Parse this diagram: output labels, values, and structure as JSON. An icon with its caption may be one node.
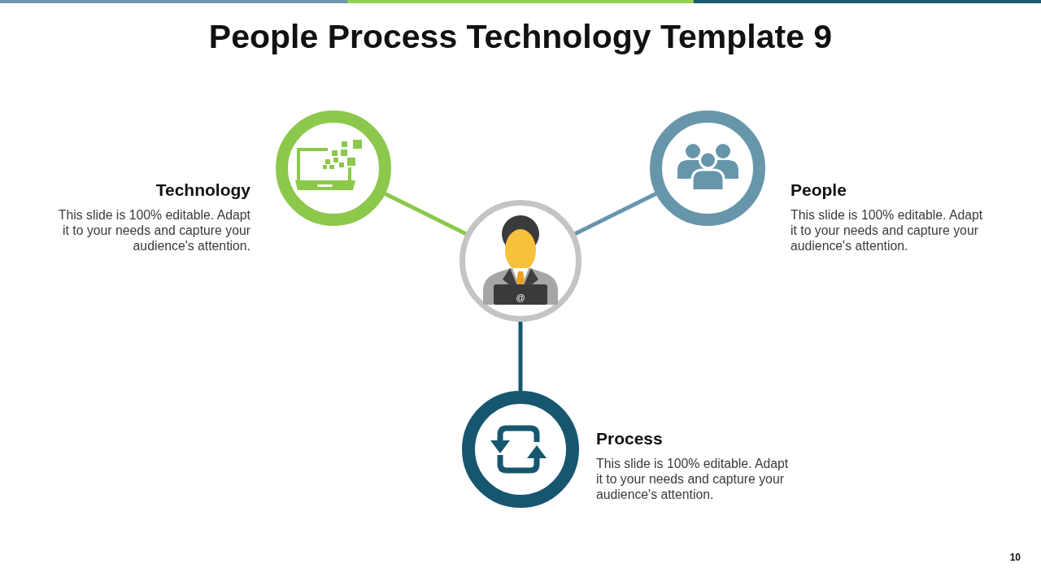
{
  "diagram": {
    "title": "People Process Technology Template 9",
    "nodes": [
      {
        "text": [],
        "shape": "circle",
        "beside": [
          "Technology",
          "This slide is 100% editable. Adapt it to your needs and capture your audience's attention."
        ]
      },
      {
        "text": [],
        "shape": "circle",
        "beside": [
          "People",
          "This slide is 100% editable. Adapt it to your needs and capture your audience's attention."
        ]
      },
      {
        "text": [
          "@"
        ]
      },
      {
        "text": [],
        "shape": "circle",
        "beside": [
          "Process",
          "This slide is 100% editable. Adapt it to your needs and capture your audience's attention."
        ]
      }
    ],
    "edges": [
      {
        "from": 2,
        "to": 0,
        "arrow": "none",
        "color": "#8cc84b"
      },
      {
        "from": 2,
        "to": 1,
        "arrow": "none",
        "color": "#6796ab"
      },
      {
        "from": 2,
        "to": 3,
        "arrow": "none",
        "color": "#17566f"
      }
    ],
    "labels": [
      "10"
    ]
  }
}
